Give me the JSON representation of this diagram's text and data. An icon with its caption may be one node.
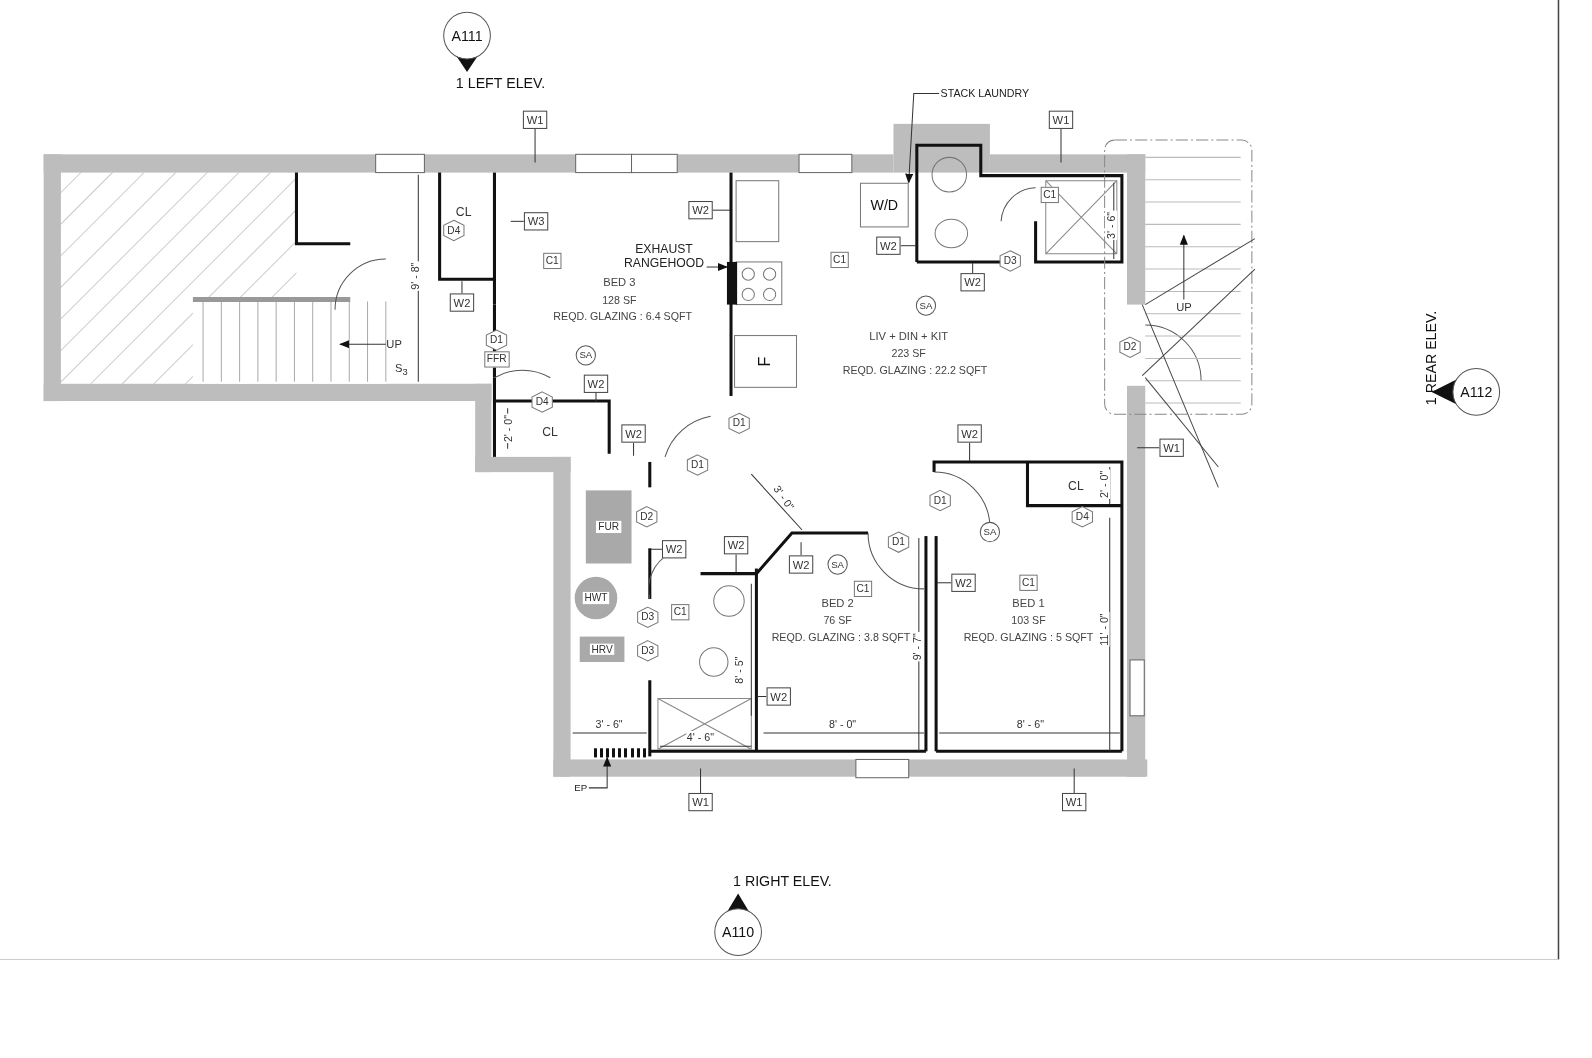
{
  "diagram": {
    "nodes": [
      {
        "text": [
          "A111"
        ],
        "beside": [
          "1 LEFT ELEV."
        ]
      },
      {
        "text": [
          "A112"
        ],
        "beside": [
          "1 REAR ELEV."
        ]
      },
      {
        "text": [
          "A110"
        ],
        "beside": [
          "1 RIGHT ELEV."
        ]
      },
      {
        "text": [
          "BED 3",
          "128 SF",
          "REQD. GLAZING : 6.4 SQFT"
        ]
      },
      {
        "text": [
          "LIV + DIN + KIT",
          "223 SF",
          "REQD. GLAZING : 22.2 SQFT"
        ]
      },
      {
        "text": [
          "BED 2",
          "76 SF",
          "REQD. GLAZING : 3.8 SQFT"
        ]
      },
      {
        "text": [
          "BED 1",
          "103 SF",
          "REQD. GLAZING : 5 SQFT"
        ]
      },
      {
        "text": [
          "CL"
        ]
      },
      {
        "text": [
          "CL"
        ]
      },
      {
        "text": [
          "CL"
        ]
      },
      {
        "text": [
          "FUR"
        ]
      },
      {
        "text": [
          "HWT"
        ]
      },
      {
        "text": [
          "HRV"
        ]
      },
      {
        "text": [
          "W/D"
        ]
      },
      {
        "text": [
          "F"
        ]
      },
      {
        "text": [
          "EXHAUST RANGEHOOD"
        ]
      },
      {
        "text": [],
        "shape": "bar"
      },
      {
        "text": [
          "STACK LAUNDRY"
        ]
      },
      {
        "text": [
          "EP"
        ]
      },
      {
        "text": [],
        "shape": "bar"
      },
      {
        "text": [
          "W1"
        ]
      },
      {
        "text": [
          "W3"
        ]
      },
      {
        "text": [
          "W2"
        ]
      },
      {
        "text": [
          "W2"
        ]
      },
      {
        "text": [
          "W2"
        ]
      },
      {
        "text": [
          "W2"
        ]
      },
      {
        "text": [
          "W2"
        ]
      },
      {
        "text": [
          "W2"
        ]
      },
      {
        "text": [
          "W1"
        ]
      },
      {
        "text": [
          "W2"
        ]
      },
      {
        "text": [
          "W1"
        ]
      },
      {
        "text": [
          "W2"
        ]
      },
      {
        "text": [
          "W2"
        ]
      },
      {
        "text": [
          "W2"
        ]
      },
      {
        "text": [
          "W2"
        ]
      },
      {
        "text": [
          "W2"
        ]
      },
      {
        "text": [
          "W1"
        ]
      },
      {
        "text": [
          "W1"
        ]
      }
    ],
    "edges": [
      {
        "from": 15,
        "to": 16,
        "arrow": "to"
      },
      {
        "from": 17,
        "to": 13,
        "arrow": "to"
      },
      {
        "from": 18,
        "to": 19,
        "arrow": "to"
      },
      {
        "from": 20,
        "to": null,
        "arrow": "none"
      },
      {
        "from": 21,
        "to": null,
        "arrow": "none"
      },
      {
        "from": 22,
        "to": null,
        "arrow": "none"
      },
      {
        "from": 23,
        "to": null,
        "arrow": "none"
      },
      {
        "from": 24,
        "to": null,
        "arrow": "none"
      },
      {
        "from": 25,
        "to": null,
        "arrow": "none"
      },
      {
        "from": 26,
        "to": null,
        "arrow": "none"
      },
      {
        "from": 27,
        "to": null,
        "arrow": "none"
      },
      {
        "from": 28,
        "to": null,
        "arrow": "none"
      },
      {
        "from": 29,
        "to": null,
        "arrow": "none"
      },
      {
        "from": 30,
        "to": null,
        "arrow": "none"
      },
      {
        "from": 31,
        "to": null,
        "arrow": "none"
      },
      {
        "from": 32,
        "to": null,
        "arrow": "none"
      },
      {
        "from": 33,
        "to": null,
        "arrow": "none"
      },
      {
        "from": 34,
        "to": null,
        "arrow": "none"
      },
      {
        "from": 35,
        "to": null,
        "arrow": "none"
      },
      {
        "from": 36,
        "to": null,
        "arrow": "none"
      },
      {
        "from": 37,
        "to": null,
        "arrow": "none"
      }
    ],
    "labels": [
      "D4",
      "UP",
      "S$_{3}$",
      "9' - 8\"",
      "C1",
      "D1",
      "FFR",
      "SA",
      "D4",
      "2' - 0\"",
      "C1",
      "C1",
      "3' - 6\"",
      "D3",
      "SA",
      "UP",
      "D2",
      "D1",
      "D1",
      "3' - 0\"",
      "2' - 0\"",
      "D1",
      "D2",
      "D4",
      "SA",
      "D1",
      "SA",
      "C1",
      "C1",
      "C1",
      "D3",
      "D3",
      "11' - 0\"",
      "9' - 7\"",
      "8' - 5\"",
      "3' - 6\"",
      "4' - 6\"",
      "8' - 0\"",
      "8' - 6\""
    ]
  }
}
